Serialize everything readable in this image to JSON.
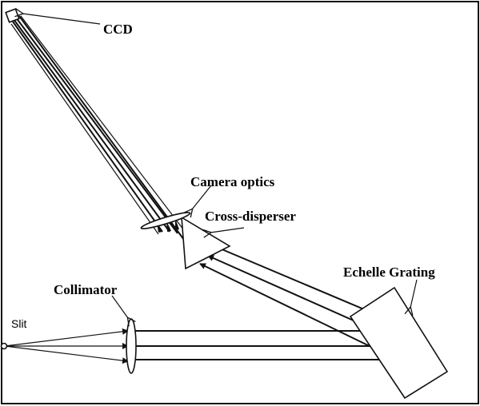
{
  "labels": {
    "ccd": "CCD",
    "camera_optics": "Camera optics",
    "cross_disperser": "Cross-disperser",
    "echelle_grating": "Echelle Grating",
    "collimator": "Collimator",
    "slit": "Slit"
  },
  "colors": {
    "line": "#111111",
    "background": "#ffffff"
  }
}
